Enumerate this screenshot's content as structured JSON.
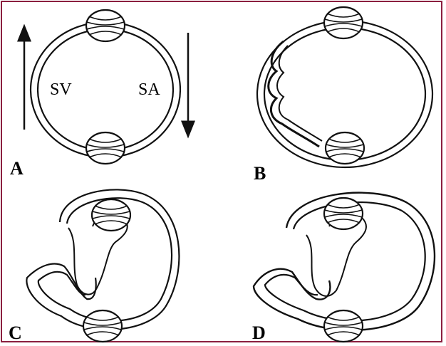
{
  "panels": {
    "A": "A",
    "B": "B",
    "C": "C",
    "D": "D"
  },
  "vessel_labels": {
    "left": "SV",
    "right": "SA"
  },
  "colors": {
    "border": "#8b1f3f",
    "stroke": "#111111"
  }
}
